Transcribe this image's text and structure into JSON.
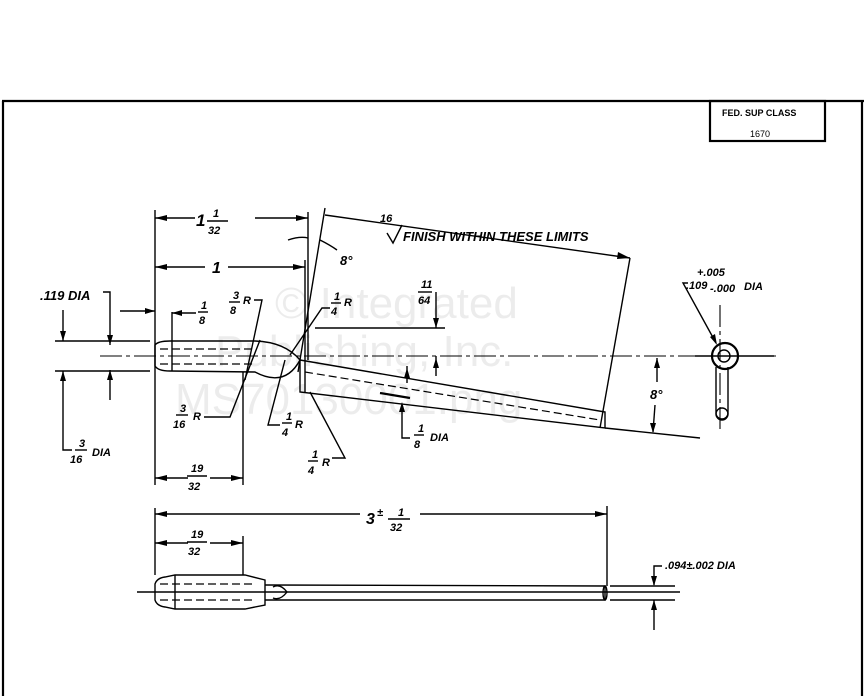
{
  "title_block": {
    "label": "FED. SUP CLASS",
    "value": "1670"
  },
  "watermark": {
    "line1": "© Integrated",
    "line2": "Publishing, Inc.",
    "line3": "MS70130001.png"
  },
  "top_view": {
    "dim_overall": {
      "whole": "1",
      "num": "1",
      "den": "32"
    },
    "dim_one": "1",
    "finish": {
      "value": "16",
      "note": "FINISH WITHIN THESE LIMITS"
    },
    "angle_top": "8°",
    "dim_11_64": {
      "num": "11",
      "den": "64"
    },
    "radius_quarter_top": {
      "num": "1",
      "den": "4",
      "suffix": "R"
    },
    "dim_119": ".119 DIA",
    "dim_eighth": {
      "num": "1",
      "den": "8"
    },
    "radius_3_8": {
      "num": "3",
      "den": "8",
      "suffix": "R"
    },
    "radius_3_16": {
      "num": "3",
      "den": "16",
      "suffix": "R"
    },
    "radius_quarter_a": {
      "num": "1",
      "den": "4",
      "suffix": "R"
    },
    "radius_quarter_b": {
      "num": "1",
      "den": "4",
      "suffix": "R"
    },
    "dia_eighth": {
      "num": "1",
      "den": "8",
      "suffix": "DIA"
    },
    "dia_3_16": {
      "num": "3",
      "den": "16",
      "suffix": "DIA"
    },
    "dim_19_32": {
      "num": "19",
      "den": "32"
    },
    "angle_right": "8°"
  },
  "end_view": {
    "dim": ".109",
    "tol_plus": "+.005",
    "tol_minus": "-.000",
    "suffix": "DIA"
  },
  "bottom_view": {
    "dim_overall": {
      "whole": "3",
      "tol": "±",
      "num": "1",
      "den": "32"
    },
    "dim_19_32": {
      "num": "19",
      "den": "32"
    },
    "dia": ".094±.002 DIA"
  }
}
